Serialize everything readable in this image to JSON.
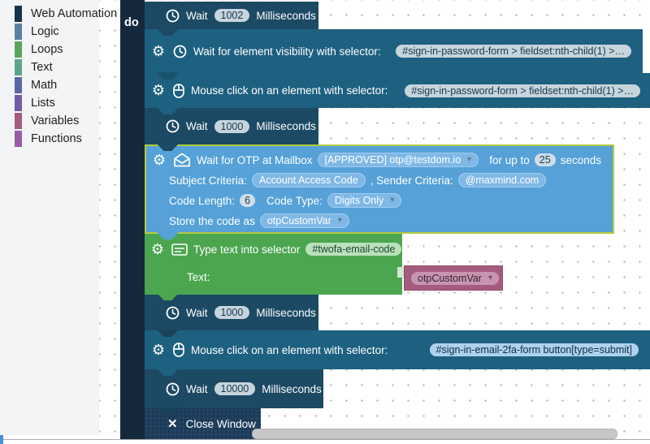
{
  "colors": {
    "dark": "#1c4a64",
    "teal": "#1e6080",
    "blue": "#55a1d8",
    "green": "#4ba64f",
    "magenta": "#a55b80",
    "navy": "#16293c",
    "closeNavy": "#1e3c59",
    "highlight": "#b2cb3f",
    "webAutomationChip": "#17324a"
  },
  "icons": {
    "gear": "⚙",
    "close": "✕",
    "dropdown": "▾"
  },
  "sidebar": {
    "items": [
      {
        "label": "Web Automation",
        "color": "#17324a"
      },
      {
        "label": "Logic",
        "color": "#5b80a5"
      },
      {
        "label": "Loops",
        "color": "#5ba55b"
      },
      {
        "label": "Text",
        "color": "#5ba58c"
      },
      {
        "label": "Math",
        "color": "#5b67a5"
      },
      {
        "label": "Lists",
        "color": "#745ba5"
      },
      {
        "label": "Variables",
        "color": "#a55b80"
      },
      {
        "label": "Functions",
        "color": "#995ba5"
      }
    ]
  },
  "workspace": {
    "do_label": "do"
  },
  "blocks": {
    "wait1": {
      "label": "Wait",
      "value": "1002",
      "unit": "Milliseconds"
    },
    "waitVis": {
      "label": "Wait for element visibility with selector:",
      "selector": "#sign-in-password-form > fieldset:nth-child(1) >…"
    },
    "click1": {
      "label": "Mouse click on an element with selector:",
      "selector": "#sign-in-password-form > fieldset:nth-child(1) >…"
    },
    "wait2": {
      "label": "Wait",
      "value": "1000",
      "unit": "Milliseconds"
    },
    "otp": {
      "line1_prefix": "Wait for OTP at Mailbox",
      "mailbox": "[APPROVED]  otp@testdom.io",
      "line1_mid": "for up to",
      "seconds": "25",
      "line1_suffix": "seconds",
      "subject_label": "Subject Criteria:",
      "subject": "Account Access Code",
      "sender_label": ", Sender Criteria:",
      "sender": "@maxmind.com",
      "length_label": "Code Length:",
      "length": "6",
      "type_label": "Code Type:",
      "code_type": "Digits Only",
      "store_label": "Store the code as",
      "store_var": "otpCustomVar"
    },
    "typeText": {
      "label": "Type text into selector",
      "selector": "#twofa-email-code",
      "text_label": "Text:",
      "variable": "otpCustomVar"
    },
    "wait3": {
      "label": "Wait",
      "value": "1000",
      "unit": "Milliseconds"
    },
    "click2": {
      "label": "Mouse click on an element with selector:",
      "selector": "#sign-in-email-2fa-form button[type=submit]"
    },
    "wait4": {
      "label": "Wait",
      "value": "10000",
      "unit": "Milliseconds"
    },
    "closeWin": {
      "label": "Close Window"
    }
  }
}
